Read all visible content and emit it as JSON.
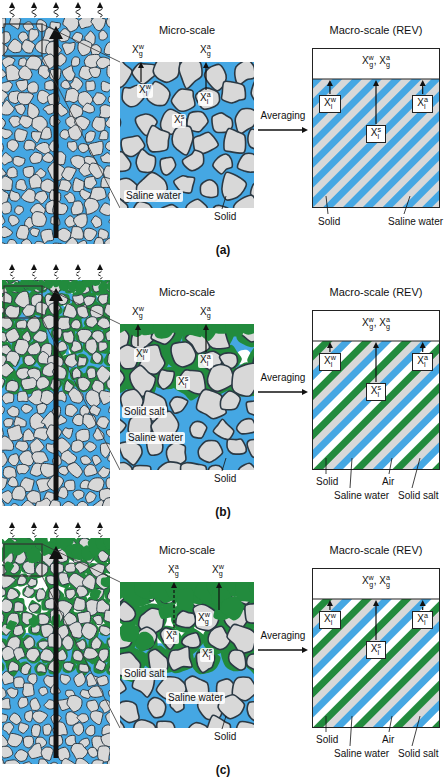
{
  "diagram": {
    "nodes": [
      {
        "text": [
          "X_g^w, X_g^a"
        ]
      },
      {
        "text": [
          "X_l^w"
        ],
        "in": 0
      },
      {
        "text": [
          "X_l^a"
        ],
        "in": 0
      },
      {
        "text": [
          "X_l^s"
        ],
        "in": 0
      },
      {
        "text": [
          "X_g^w, X_g^a"
        ]
      },
      {
        "text": [
          "X_l^w"
        ],
        "in": 4
      },
      {
        "text": [
          "X_l^a"
        ],
        "in": 4
      },
      {
        "text": [
          "X_l^s"
        ],
        "in": 4
      },
      {
        "text": [
          "X_g^w, X_g^a"
        ]
      },
      {
        "text": [
          "X_l^w"
        ],
        "in": 8
      },
      {
        "text": [
          "X_l^a"
        ],
        "in": 8
      },
      {
        "text": [
          "X_l^s"
        ],
        "in": 8
      }
    ],
    "labels": [
      "Micro-scale",
      "Macro-scale (REV)",
      "X_g^w",
      "X_g^a",
      "X_l^w",
      "X_l^a",
      "X_l^s",
      "Saline water",
      "Solid",
      "Averaging",
      "Solid",
      "Saline water",
      "(a)",
      "Micro-scale",
      "Macro-scale (REV)",
      "X_g^w",
      "X_g^a",
      "X_l^w",
      "X_l^a",
      "X_l^s",
      "Solid salt",
      "Saline water",
      "Solid",
      "Averaging",
      "Solid",
      "Saline water",
      "Air",
      "Solid salt",
      "(b)",
      "Micro-scale",
      "Macro-scale (REV)",
      "X_g^a",
      "X_g^w",
      "X_g^w",
      "X_l^a",
      "X_l^s",
      "Solid salt",
      "Saline water",
      "Solid",
      "Averaging",
      "Solid",
      "Saline water",
      "Air",
      "Solid salt",
      "(c)"
    ]
  }
}
